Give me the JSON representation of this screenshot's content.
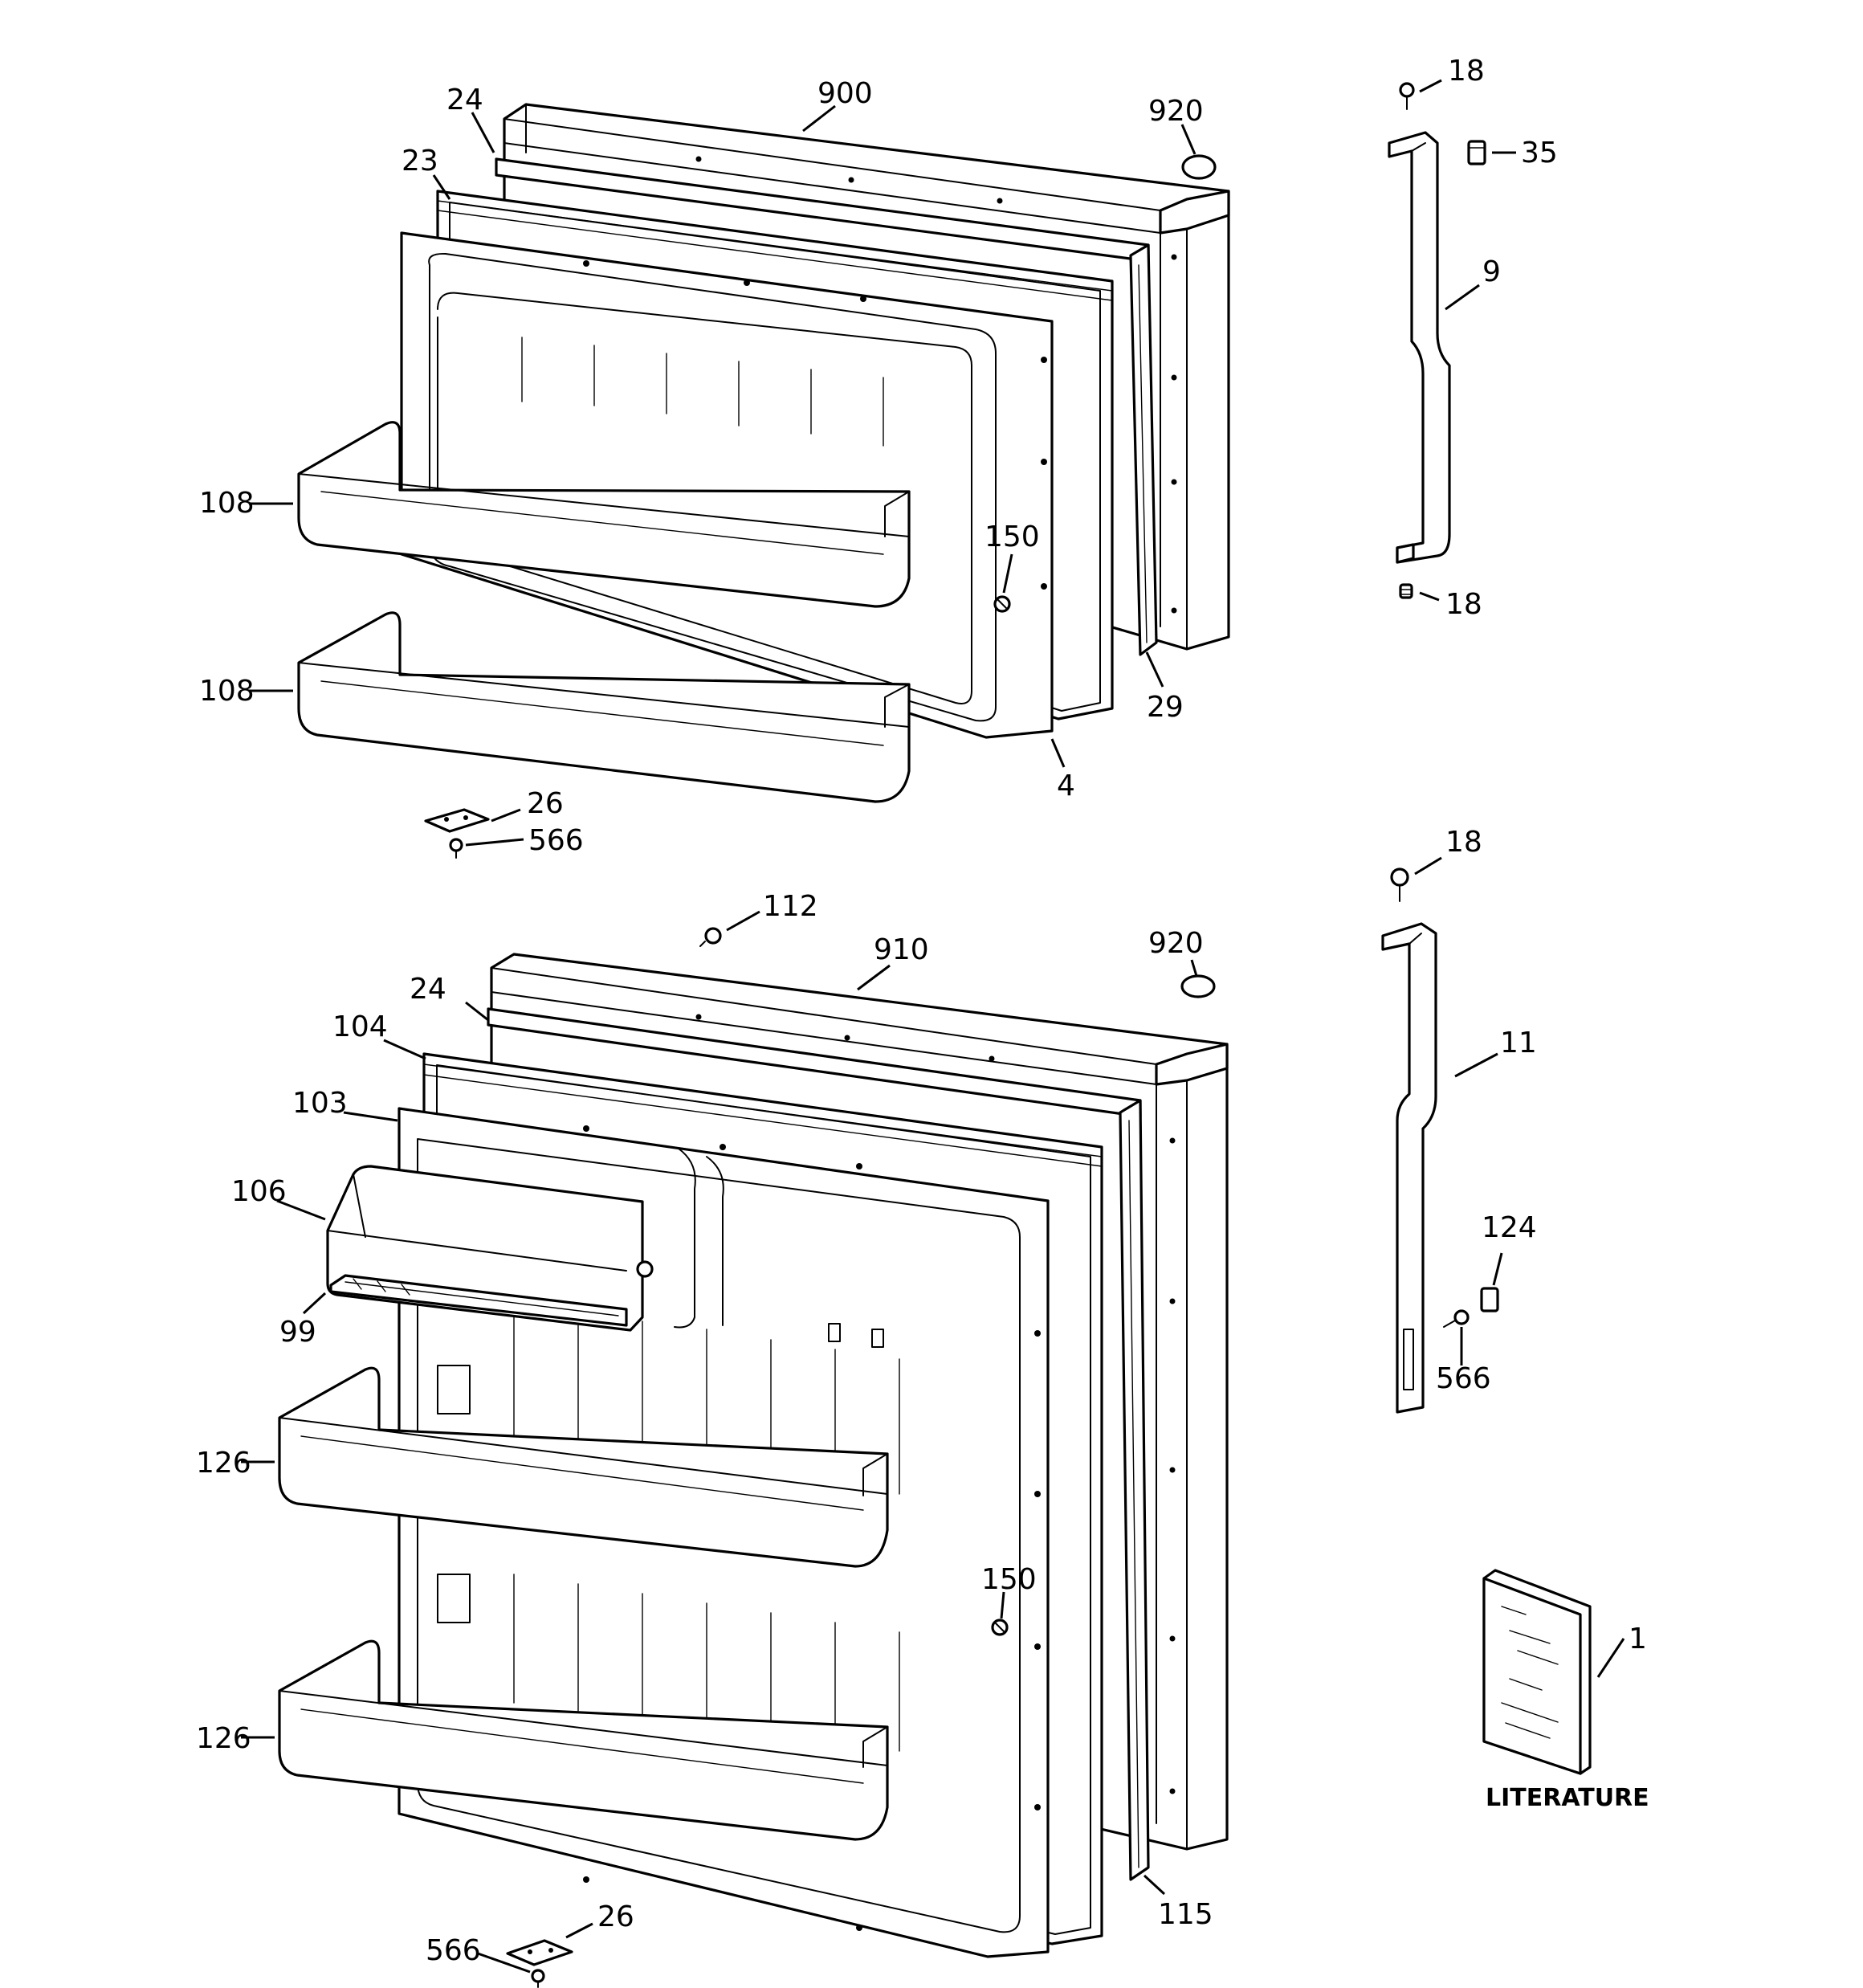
{
  "literature_label": "LITERATURE",
  "callouts": {
    "c900": "900",
    "c920a": "920",
    "c24a": "24",
    "c23": "23",
    "c18a": "18",
    "c35": "35",
    "c9": "9",
    "c18b": "18",
    "c108a": "108",
    "c108b": "108",
    "c150a": "150",
    "c29": "29",
    "c4": "4",
    "c26a": "26",
    "c566a": "566",
    "c18c": "18",
    "c112": "112",
    "c910": "910",
    "c920b": "920",
    "c24b": "24",
    "c104": "104",
    "c103": "103",
    "c106": "106",
    "c99": "99",
    "c11": "11",
    "c124": "124",
    "c566b": "566",
    "c126a": "126",
    "c126b": "126",
    "c150b": "150",
    "c1": "1",
    "c115": "115",
    "c26b": "26",
    "c566c": "566"
  }
}
